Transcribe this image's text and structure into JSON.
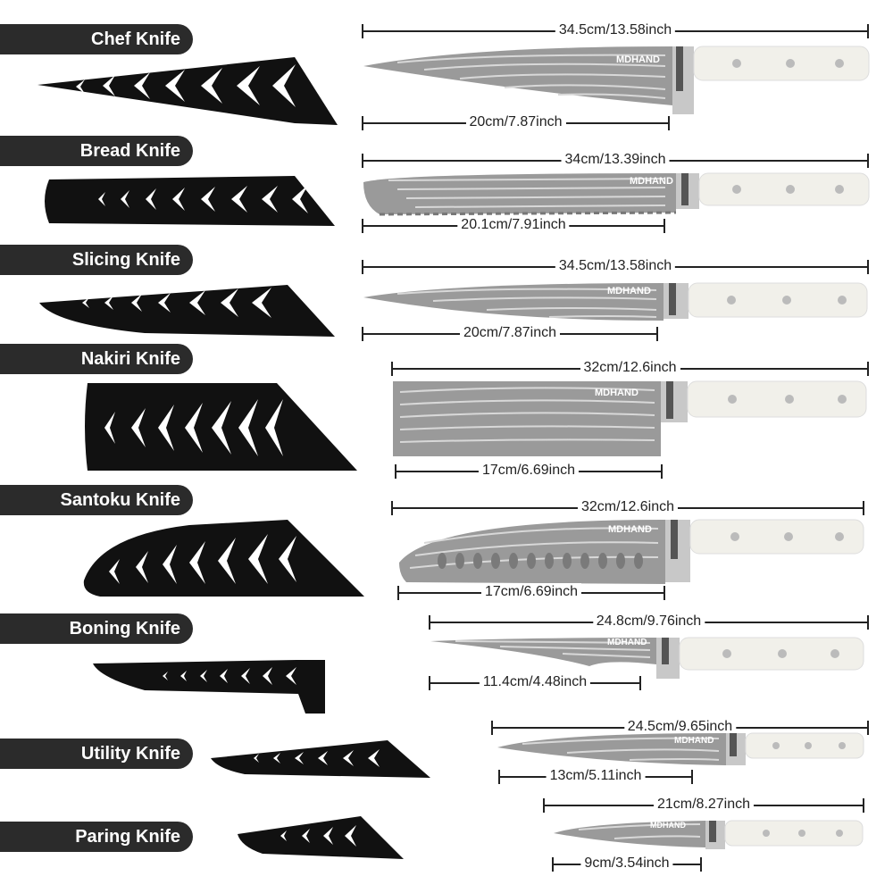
{
  "brand": "MDHAND",
  "knives": [
    {
      "name": "Chef Knife",
      "total": "34.5cm/13.58inch",
      "blade": "20cm/7.87inch"
    },
    {
      "name": "Bread Knife",
      "total": "34cm/13.39inch",
      "blade": "20.1cm/7.91inch"
    },
    {
      "name": "Slicing Knife",
      "total": "34.5cm/13.58inch",
      "blade": "20cm/7.87inch"
    },
    {
      "name": "Nakiri Knife",
      "total": "32cm/12.6inch",
      "blade": "17cm/6.69inch"
    },
    {
      "name": "Santoku Knife",
      "total": "32cm/12.6inch",
      "blade": "17cm/6.69inch"
    },
    {
      "name": "Boning Knife",
      "total": "24.8cm/9.76inch",
      "blade": "11.4cm/4.48inch"
    },
    {
      "name": "Utility Knife",
      "total": "24.5cm/9.65inch",
      "blade": "13cm/5.11inch"
    },
    {
      "name": "Paring Knife",
      "total": "21cm/8.27inch",
      "blade": "9cm/3.54inch"
    }
  ],
  "colors": {
    "label_bg": "#2b2b2b",
    "sheath": "#111111",
    "blade": "#9a9a9a",
    "handle": "#f1f0ea"
  }
}
